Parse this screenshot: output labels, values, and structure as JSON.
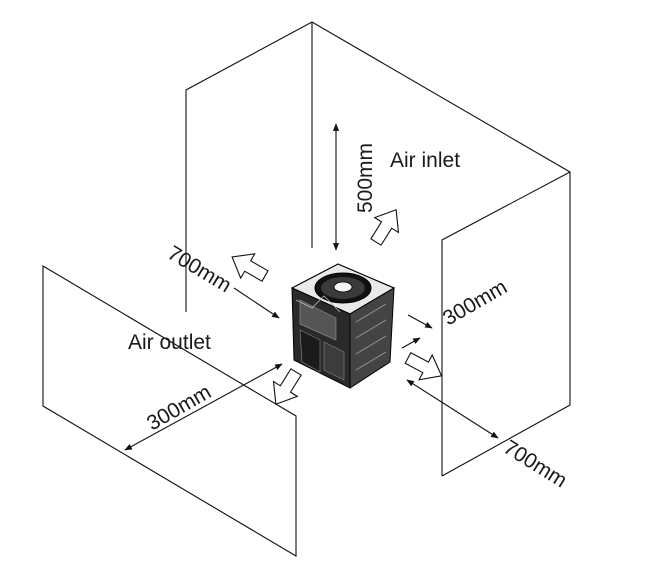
{
  "labels": {
    "air_inlet": "Air inlet",
    "air_outlet": "Air outlet",
    "top_clearance": "500mm",
    "right_side_clearance": "300mm",
    "left_rear_clearance": "700mm",
    "front_clearance": "300mm",
    "right_front_clearance": "700mm"
  },
  "colors": {
    "line": "#111111",
    "unit": "#2a2a2a",
    "background": "#ffffff"
  },
  "icons": {
    "arrow": "hollow-arrow-icon",
    "unit": "heat-pump-unit-icon"
  }
}
